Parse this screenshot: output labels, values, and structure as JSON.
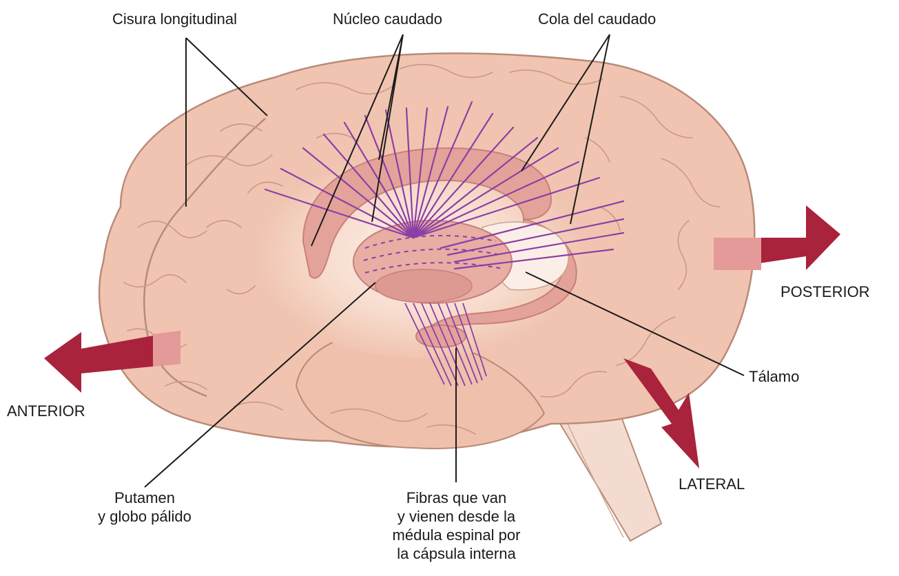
{
  "labels": {
    "longitudinal_fissure": "Cisura longitudinal",
    "caudate_nucleus": "Núcleo caudado",
    "caudate_tail": "Cola del caudado",
    "thalamus": "Tálamo",
    "putamen": "Putamen\ny globo pálido",
    "fibers": "Fibras que van\ny vienen desde la\nmédula espinal por\nla cápsula interna"
  },
  "directions": {
    "anterior": "ANTERIOR",
    "posterior": "POSTERIOR",
    "lateral": "LATERAL"
  },
  "colors": {
    "brain_fill": "#f0c4b0",
    "brain_stroke": "#b88a78",
    "gyri_lines": "#c99a86",
    "basal_ganglia": "#e3a39a",
    "basal_ganglia_dark": "#c97f7a",
    "fibers": "#8a3fa6",
    "arrow": "#a8233b",
    "arrow_light": "#e39a98",
    "brainstem": "#f3dccf"
  }
}
